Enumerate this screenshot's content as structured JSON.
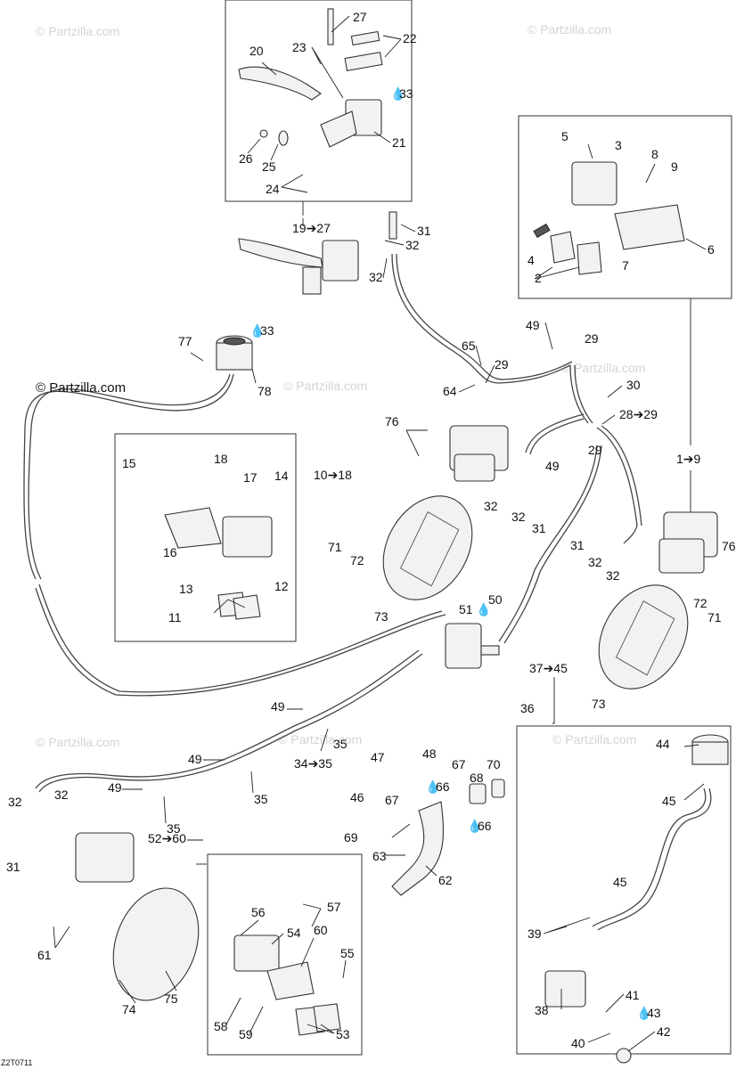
{
  "watermark": "© Partzilla.com",
  "copyright": "© Partzilla.com",
  "figure_code": "Z2T0711",
  "icons": {
    "oil_drop": "oil-drop-icon",
    "arrow": "right-arrow-icon",
    "copyright": "copyright-icon"
  },
  "callouts": {
    "c27": "27",
    "c22": "22",
    "c23": "23",
    "c20": "20",
    "c33a": "33",
    "c21": "21",
    "c26": "26",
    "c25": "25",
    "c24": "24",
    "c19to27": "19➔27",
    "c31a": "31",
    "c32a": "32",
    "c32b": "32",
    "c5": "5",
    "c3": "3",
    "c8": "8",
    "c9": "9",
    "c4": "4",
    "c2": "2",
    "c7": "7",
    "c6": "6",
    "c77": "77",
    "c33b": "33",
    "c78": "78",
    "c49a": "49",
    "c65": "65",
    "c29a": "29",
    "c29b": "29",
    "c64": "64",
    "c30": "30",
    "c28to29": "28➔29",
    "c29c": "29",
    "c76a": "76",
    "c10to18": "10➔18",
    "c1to9": "1➔9",
    "c49b": "49",
    "c32c": "32",
    "c32d": "32",
    "c31b": "31",
    "c15": "15",
    "c18": "18",
    "c17": "17",
    "c14": "14",
    "c16": "16",
    "c12": "12",
    "c13": "13",
    "c11": "11",
    "c71a": "71",
    "c72a": "72",
    "c73a": "73",
    "c31c": "31",
    "c32e": "32",
    "c32f": "32",
    "c76b": "76",
    "c51": "51",
    "c50": "50",
    "c72b": "72",
    "c71b": "71",
    "c73b": "73",
    "c37to45": "37➔45",
    "c36": "36",
    "c49c": "49",
    "c35a": "35",
    "c49d": "49",
    "c34to35": "34➔35",
    "c49e": "49",
    "c35b": "35",
    "c35c": "35",
    "c47": "47",
    "c48": "48",
    "c67a": "67",
    "c70": "70",
    "c46": "46",
    "c66a": "66",
    "c68": "68",
    "c67b": "67",
    "c66b": "66",
    "c69": "69",
    "c63": "63",
    "c62": "62",
    "c44": "44",
    "c45a": "45",
    "c45b": "45",
    "c39": "39",
    "c41": "41",
    "c43": "43",
    "c38": "38",
    "c40": "40",
    "c42": "42",
    "c32g": "32",
    "c32h": "32",
    "c31d": "31",
    "c52to60": "52➔60",
    "c61": "61",
    "c74": "74",
    "c75": "75",
    "c56": "56",
    "c57": "57",
    "c54": "54",
    "c60": "60",
    "c55": "55",
    "c58": "58",
    "c59": "59",
    "c53": "53"
  }
}
